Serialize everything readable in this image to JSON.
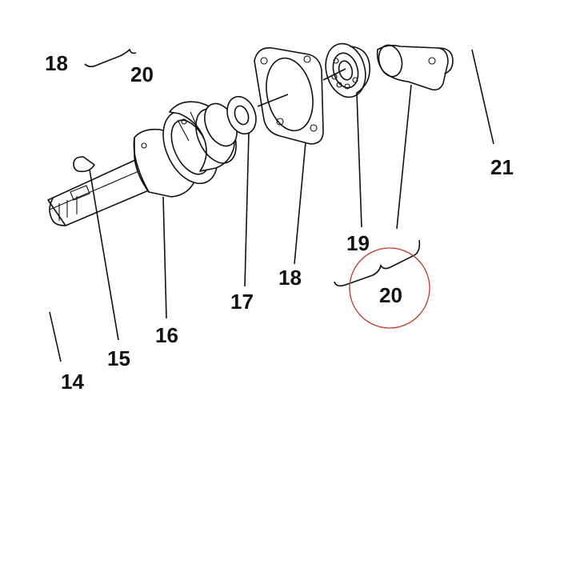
{
  "callouts": {
    "c18_top": "18",
    "c20_top": "20",
    "c21": "21",
    "c19": "19",
    "c20_group": "20",
    "c18": "18",
    "c17": "17",
    "c16": "16",
    "c15": "15",
    "c14": "14"
  },
  "colors": {
    "line": "#111111",
    "highlight_circle": "#c0392b",
    "background": "#ffffff"
  }
}
